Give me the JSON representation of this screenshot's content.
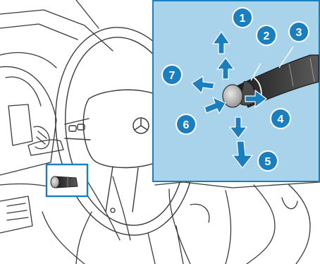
{
  "colors": {
    "inset_bg": "#a9d3ea",
    "accent": "#1b7fbf",
    "line": "#3a3a3a",
    "callout_text": "#ffffff"
  },
  "callouts": [
    {
      "id": 1,
      "label": "1"
    },
    {
      "id": 2,
      "label": "2"
    },
    {
      "id": 3,
      "label": "3"
    },
    {
      "id": 4,
      "label": "4"
    },
    {
      "id": 5,
      "label": "5"
    },
    {
      "id": 6,
      "label": "6"
    },
    {
      "id": 7,
      "label": "7"
    }
  ],
  "icons": {
    "direction_arrows": "arrow-icon",
    "steering_wheel": "steering-wheel-icon",
    "combination_switch": "combination-switch-icon"
  }
}
